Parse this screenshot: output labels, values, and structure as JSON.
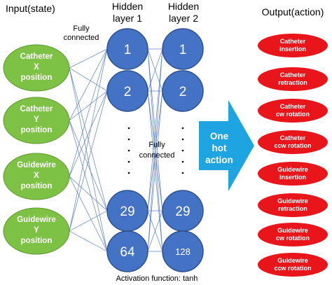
{
  "headers": {
    "input": "Input(state)",
    "hidden1": [
      "Hidden",
      "layer 1"
    ],
    "hidden2": [
      "Hidden",
      "layer 2"
    ],
    "output": "Output(action)"
  },
  "notes": {
    "fully_connected_top": [
      "Fully",
      "connected"
    ],
    "fully_connected_mid": [
      "Fully",
      "connected"
    ],
    "activation": "Activation function: tanh"
  },
  "inputs": [
    [
      "Catheter",
      "X",
      "position"
    ],
    [
      "Catheter",
      "Y",
      "position"
    ],
    [
      "Guidewire",
      "X",
      "position"
    ],
    [
      "Guidewire",
      "Y",
      "position"
    ]
  ],
  "hidden1_nodes": [
    "1",
    "2",
    "29",
    "64"
  ],
  "hidden2_nodes": [
    "1",
    "2",
    "29",
    "128"
  ],
  "arrow_label": [
    "One",
    "hot",
    "action"
  ],
  "outputs": [
    [
      "Catheter",
      "insertion"
    ],
    [
      "Catheter",
      "retraction"
    ],
    [
      "Catheter",
      "cw rotation"
    ],
    [
      "Catheter",
      "ccw rotation"
    ],
    [
      "Guidewire",
      "insertion"
    ],
    [
      "Guidewire",
      "retraction"
    ],
    [
      "Guidewire",
      "cw rotation"
    ],
    [
      "Guidewire",
      "ccw rotation"
    ]
  ],
  "colors": {
    "input_fill": "#7dc244",
    "input_stroke": "#5e9a2e",
    "node_fill": "#4472c4",
    "node_stroke": "#2f528f",
    "output_fill": "#e8151b",
    "arrow_fill": "#1ea4e0",
    "edge": "#5b7fc7"
  }
}
